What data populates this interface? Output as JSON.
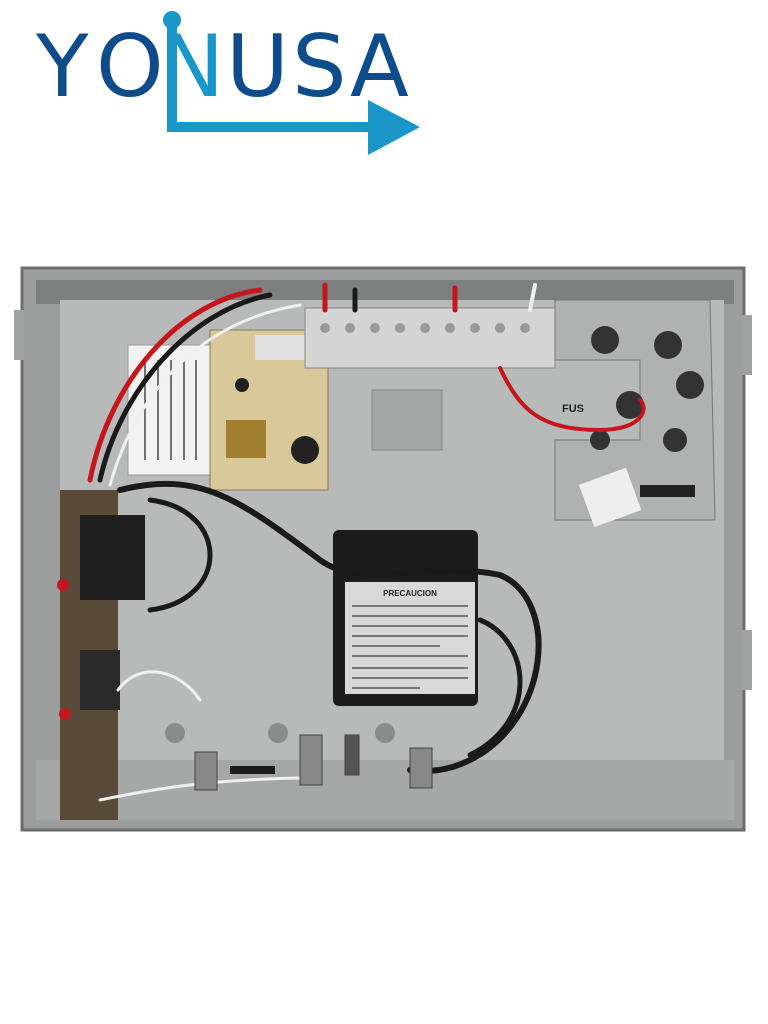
{
  "logo": {
    "text": "YONUSA",
    "colors": {
      "primary": "#0f4c8c",
      "accent": "#1a96c8"
    }
  },
  "product_photo": {
    "caution_label_title": "PRECAUCION",
    "fuse_label": "FUS",
    "colors": {
      "enclosure": "#9c9e9e",
      "back_panel": "#b8baba",
      "wire_red": "#c4161c",
      "wire_black": "#1a1a1a"
    }
  }
}
